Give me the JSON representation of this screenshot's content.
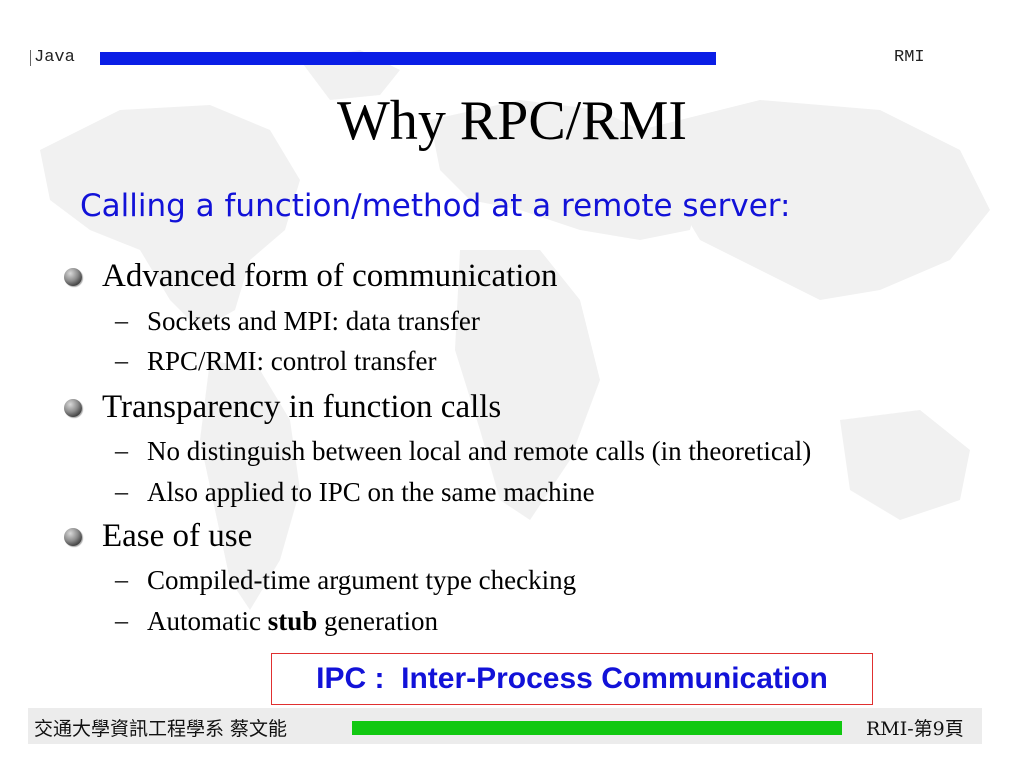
{
  "header": {
    "left_text": "Java",
    "right_text": "RMI",
    "bar_color": "#0a1ee6"
  },
  "slide": {
    "title": "Why RPC/RMI",
    "subtitle": "Calling a function/method at a remote server:",
    "bullets": [
      {
        "text": "Advanced form of communication",
        "subs": [
          "Sockets and MPI: data transfer",
          "RPC/RMI: control transfer"
        ]
      },
      {
        "text": "Transparency in function calls",
        "subs": [
          "No distinguish between local and remote calls (in theoretical)",
          "Also applied to IPC on the same machine"
        ]
      },
      {
        "text": "Ease of use",
        "subs": [
          "Compiled-time argument type checking"
        ],
        "sub_rich": {
          "prefix": "Automatic ",
          "bold": "stub",
          "suffix": " generation"
        }
      }
    ],
    "dash": "–",
    "ipc_note": "IPC :  Inter-Process Communication"
  },
  "footer": {
    "left_text": "交通大學資訊工程學系 蔡文能",
    "right_text": "RMI-第9頁",
    "bar_color": "#11c811"
  },
  "icons": {
    "bullet": "bullet-sphere-icon",
    "background": "world-map-icon"
  }
}
